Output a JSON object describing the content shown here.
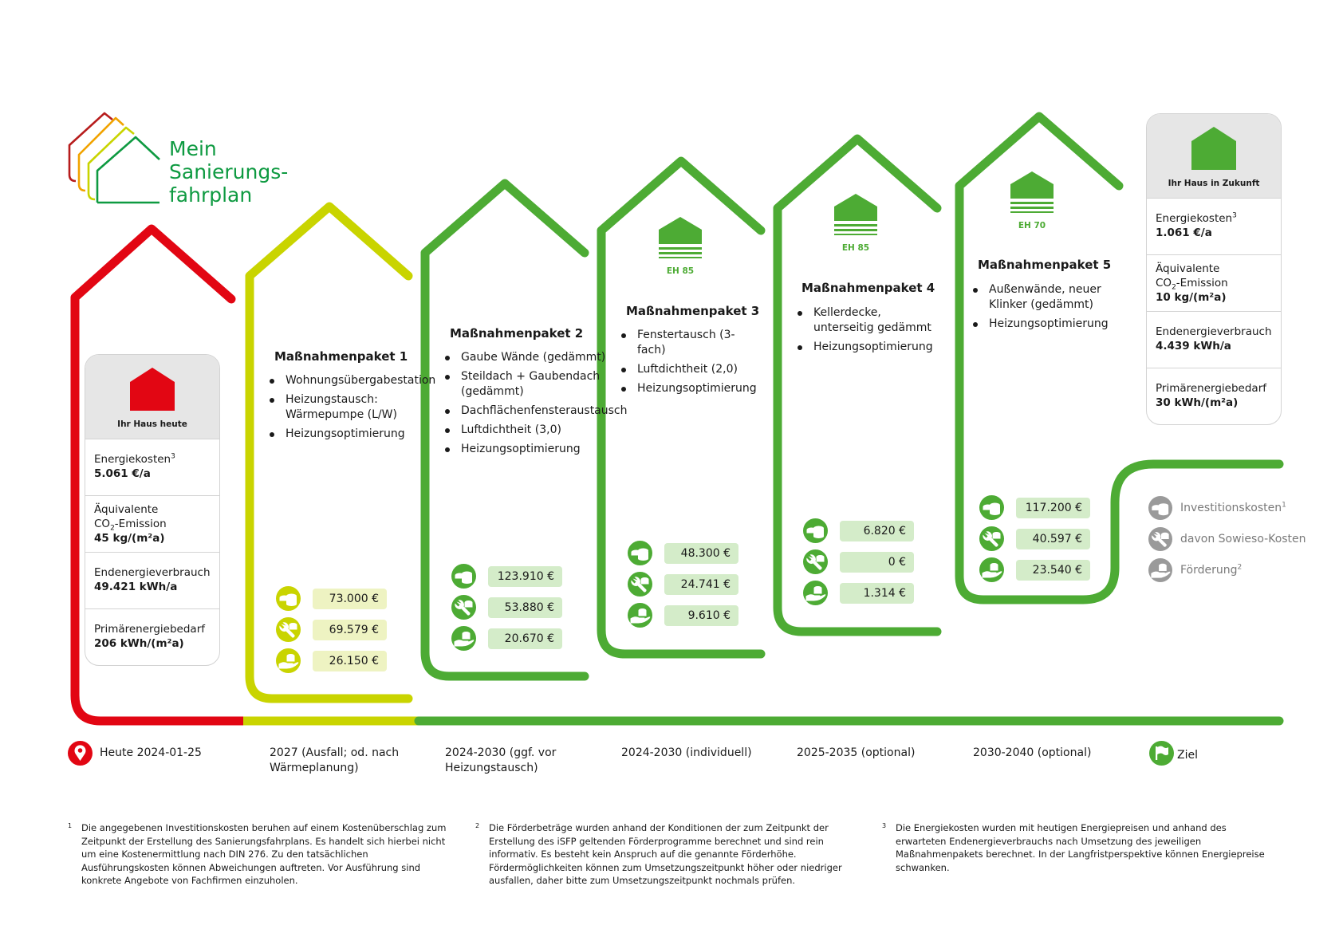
{
  "logo": {
    "line1": "Mein",
    "line2": "Sanierungs-",
    "line3": "fahrplan"
  },
  "colors": {
    "red": "#e20613",
    "yellow": "#c9d400",
    "green": "#4dab34",
    "logo_green": "#0e9a41",
    "grey": "#999999"
  },
  "today_card": {
    "title": "Ihr Haus heute",
    "rows": [
      {
        "label": "Energiekosten",
        "sup": "3",
        "value": "5.061 €/a"
      },
      {
        "label_pre": "Äquivalente",
        "label_co": "CO",
        "label_sub": "2",
        "label_post": "-Emission",
        "value": "45 kg/(m²a)"
      },
      {
        "label": "Endenergieverbrauch",
        "value": "49.421 kWh/a"
      },
      {
        "label": "Primärenergiebedarf",
        "value": "206 kWh/(m²a)"
      }
    ]
  },
  "future_card": {
    "title": "Ihr Haus in Zukunft",
    "rows": [
      {
        "label": "Energiekosten",
        "sup": "3",
        "value": "1.061 €/a"
      },
      {
        "label_pre": "Äquivalente",
        "label_co": "CO",
        "label_sub": "2",
        "label_post": "-Emission",
        "value": "10 kg/(m²a)"
      },
      {
        "label": "Endenergieverbrauch",
        "value": "4.439 kWh/a"
      },
      {
        "label": "Primärenergiebedarf",
        "value": "30 kWh/(m²a)"
      }
    ]
  },
  "packages": [
    {
      "title": "Maßnahmenpaket 1",
      "items": [
        "Wohnungsübergabestation",
        "Heizungstausch:\nWärmepumpe (L/W)",
        "Heizungsoptimierung"
      ],
      "costs": [
        "73.000 €",
        "69.579 €",
        "26.150 €"
      ],
      "timeline": "2027 (Ausfall; od. nach\nWärmeplanung)"
    },
    {
      "title": "Maßnahmenpaket 2",
      "items": [
        "Gaube Wände (gedämmt)",
        "Steildach + Gaubendach\n(gedämmt)",
        "Dachflächenfensteraustausch",
        "Luftdichtheit (3,0)",
        "Heizungsoptimierung"
      ],
      "costs": [
        "123.910 €",
        "53.880 €",
        "20.670 €"
      ],
      "timeline": "2024-2030 (ggf. vor\nHeizungstausch)"
    },
    {
      "title": "Maßnahmenpaket 3",
      "efficiency": "EH 85",
      "items": [
        "Fenstertausch (3-\nfach)",
        "Luftdichtheit (2,0)",
        "Heizungsoptimierung"
      ],
      "costs": [
        "48.300 €",
        "24.741 €",
        "9.610 €"
      ],
      "timeline": "2024-2030 (individuell)"
    },
    {
      "title": "Maßnahmenpaket 4",
      "efficiency": "EH 85",
      "items": [
        "Kellerdecke,\nunterseitig gedämmt",
        "Heizungsoptimierung"
      ],
      "costs": [
        "6.820 €",
        "0 €",
        "1.314 €"
      ],
      "timeline": "2025-2035 (optional)"
    },
    {
      "title": "Maßnahmenpaket 5",
      "efficiency": "EH 70",
      "items": [
        "Außenwände, neuer\nKlinker (gedämmt)",
        "Heizungsoptimierung"
      ],
      "costs": [
        "117.200 €",
        "40.597 €",
        "23.540 €"
      ],
      "timeline": "2030-2040 (optional)"
    }
  ],
  "timeline": {
    "today": "Heute 2024-01-25",
    "goal": "Ziel"
  },
  "legend": [
    {
      "icon": "coins-icon",
      "label": "Investitionskosten",
      "sup": "1"
    },
    {
      "icon": "wrench-coins-icon",
      "label": "davon Sowieso-Kosten",
      "sup": ""
    },
    {
      "icon": "hand-coins-icon",
      "label": "Förderung",
      "sup": "2"
    }
  ],
  "footnotes": [
    {
      "num": "1",
      "text": "Die angegebenen Investitionskosten beruhen auf einem Kostenüberschlag zum Zeitpunkt der Erstellung des Sanierungsfahrplans. Es handelt sich hierbei nicht um eine Kostenermittlung nach DIN 276. Zu den tatsächlichen Ausführungskosten können Abweichungen auftreten. Vor Ausführung sind konkrete Angebote von Fachfirmen einzuholen."
    },
    {
      "num": "2",
      "text": "Die Förderbeträge wurden anhand der Konditionen der zum Zeitpunkt der Erstellung des iSFP geltenden Förderprogramme berechnet und sind rein informativ. Es besteht kein Anspruch auf die genannte Förderhöhe. Fördermöglichkeiten können zum Umsetzungszeitpunkt höher oder niedriger ausfallen, daher bitte zum Umsetzungszeitpunkt nochmals prüfen."
    },
    {
      "num": "3",
      "text": "Die Energiekosten wurden mit heutigen Energiepreisen und anhand des erwarteten Endenergieverbrauchs nach Umsetzung des jeweiligen Maßnahmenpakets berechnet. In der Langfristperspektive können Energiepreise schwanken."
    }
  ]
}
